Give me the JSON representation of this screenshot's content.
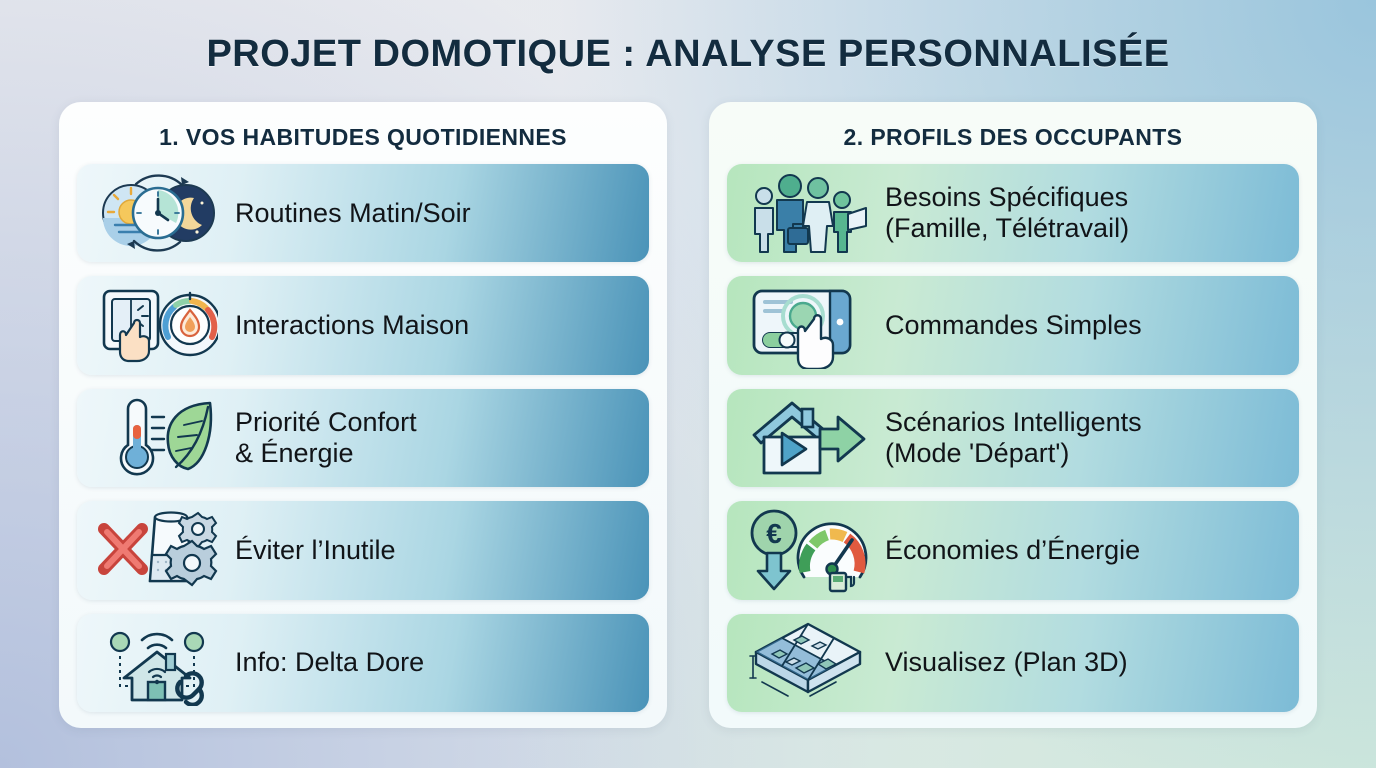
{
  "title": "PROJET DOMOTIQUE : ANALYSE PERSONNALISÉE",
  "colors": {
    "title_text": "#132c3f",
    "row_text": "#111418",
    "left_row_gradient_start": "#eef7fa",
    "left_row_gradient_end": "#4a93b8",
    "right_row_gradient_start": "#b6e6bd",
    "right_row_gradient_end": "#7cbbd6",
    "panel_background": "#fdfefe",
    "page_background": "#e9eaee"
  },
  "panels": [
    {
      "heading": "1. VOS HABITUDES QUOTIDIENNES",
      "rows": [
        {
          "label": "Routines Matin/Soir",
          "icon": "sun-clock-moon-icon"
        },
        {
          "label": "Interactions Maison",
          "icon": "light-switch-thermostat-icon"
        },
        {
          "label": "Priorité Confort\n& Énergie",
          "icon": "thermometer-leaf-icon"
        },
        {
          "label": "Éviter l’Inutile",
          "icon": "cross-speaker-gears-icon"
        },
        {
          "label": "Info: Delta Dore",
          "icon": "connected-house-link-icon"
        }
      ]
    },
    {
      "heading": "2. PROFILS DES OCCUPANTS",
      "rows": [
        {
          "label": "Besoins Spécifiques\n(Famille, Télétravail)",
          "icon": "family-people-icon"
        },
        {
          "label": "Commandes Simples",
          "icon": "tablet-touch-hand-icon"
        },
        {
          "label": "Scénarios Intelligents\n(Mode 'Départ')",
          "icon": "house-play-arrow-icon"
        },
        {
          "label": "Économies d’Énergie",
          "icon": "euro-gauge-fuel-icon"
        },
        {
          "label": "Visualisez (Plan 3D)",
          "icon": "isometric-floorplan-icon"
        }
      ]
    }
  ]
}
